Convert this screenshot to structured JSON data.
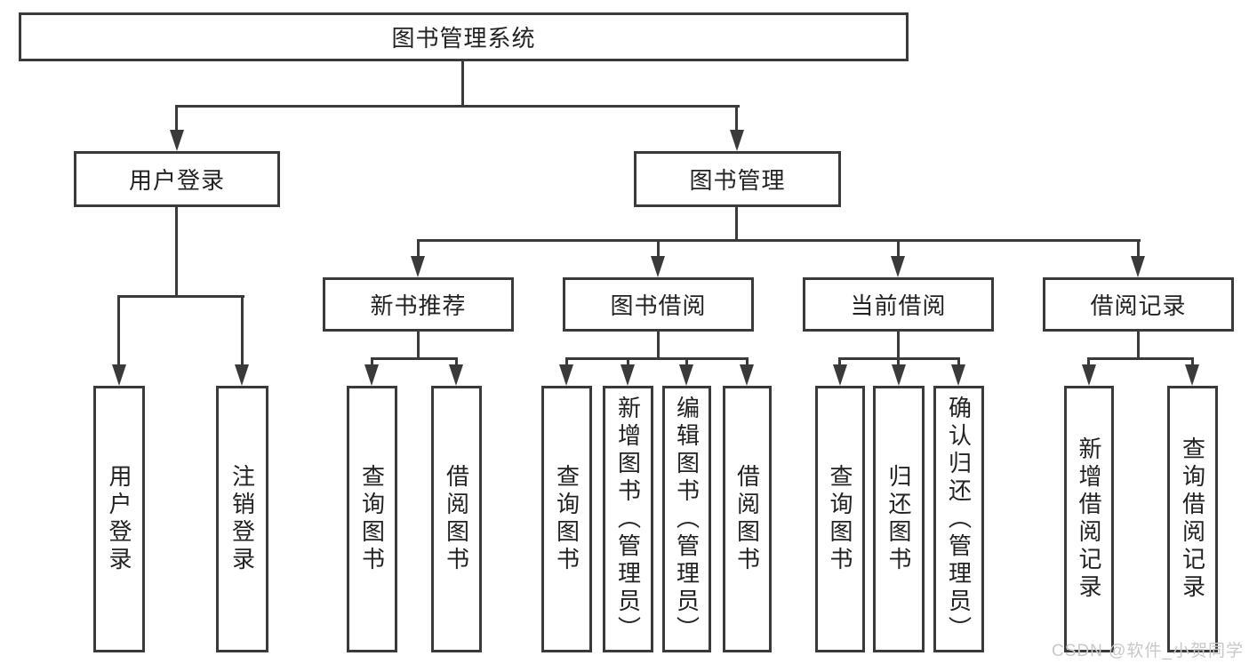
{
  "diagram": {
    "title": "图书管理系统",
    "root": {
      "label": "图书管理系统"
    },
    "level1": [
      {
        "label": "用户登录"
      },
      {
        "label": "图书管理"
      }
    ],
    "level2": [
      {
        "label": "新书推荐"
      },
      {
        "label": "图书借阅"
      },
      {
        "label": "当前借阅"
      },
      {
        "label": "借阅记录"
      }
    ],
    "leaves": [
      {
        "label": "用户登录"
      },
      {
        "label": "注销登录"
      },
      {
        "label": "查询图书"
      },
      {
        "label": "借阅图书"
      },
      {
        "label": "查询图书"
      },
      {
        "label": "新增图书（管理员）"
      },
      {
        "label": "编辑图书（管理员）"
      },
      {
        "label": "借阅图书"
      },
      {
        "label": "查询图书"
      },
      {
        "label": "归还图书"
      },
      {
        "label": "确认归还（管理员）"
      },
      {
        "label": "新增借阅记录"
      },
      {
        "label": "查询借阅记录"
      }
    ]
  },
  "watermark": "CSDN @软件_小贺同学",
  "colors": {
    "line": "#3a3a3a",
    "text": "#222222",
    "background": "#ffffff",
    "watermark": "#c8c8c8"
  }
}
